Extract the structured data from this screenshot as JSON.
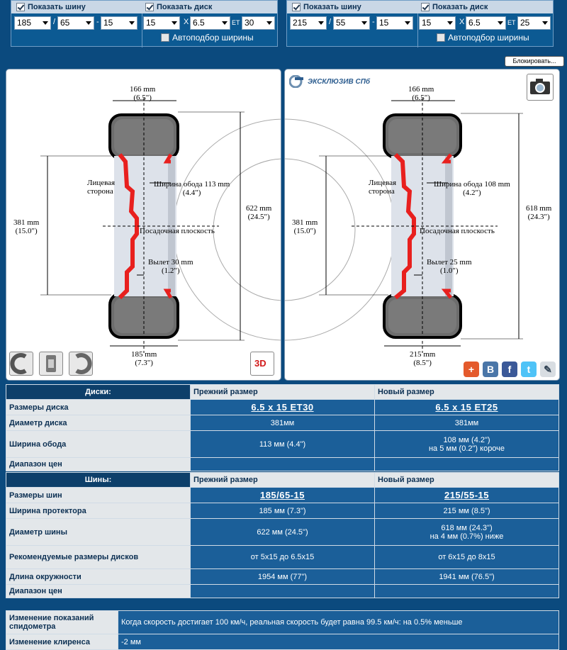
{
  "top_left": {
    "show_tire": "Показать шину",
    "show_disk": "Показать диск",
    "tire": {
      "width": "185",
      "profile": "65",
      "diameter": "15",
      "sep1": "/",
      "sep2": "-"
    },
    "disk": {
      "diameter": "15",
      "width": "6.5",
      "et": "30",
      "x_sep": "X",
      "et_label": "ET"
    },
    "auto_width": "Автоподбор ширины"
  },
  "top_right": {
    "show_tire": "Показать шину",
    "show_disk": "Показать диск",
    "tire": {
      "width": "215",
      "profile": "55",
      "diameter": "15",
      "sep1": "/",
      "sep2": "-"
    },
    "disk": {
      "diameter": "15",
      "width": "6.5",
      "et": "25",
      "x_sep": "X",
      "et_label": "ET"
    },
    "auto_width": "Автоподбор ширины"
  },
  "lock_button": "Блокировать...",
  "logo_text": "ЭКСКЛЮЗИВ СПб",
  "diagram_left": {
    "top_width": "166 mm",
    "top_width_in": "(6.5\")",
    "face_side_1": "Лицевая",
    "face_side_2": "сторона",
    "rim_width": "Ширина обода 113 mm",
    "rim_width_in": "(4.4\")",
    "landing": "Посадочная плоскость",
    "disk_diam": "381 mm",
    "disk_diam_in": "(15.0\")",
    "tire_diam": "622 mm",
    "tire_diam_in": "(24.5\")",
    "offset": "Вылет 30 mm",
    "offset_in": "(1.2\")",
    "tread": "185 mm",
    "tread_in": "(7.3\")"
  },
  "diagram_right": {
    "top_width": "166 mm",
    "top_width_in": "(6.5\")",
    "face_side_1": "Лицевая",
    "face_side_2": "сторона",
    "rim_width": "Ширина обода 108 mm",
    "rim_width_in": "(4.2\")",
    "landing": "Посадочная плоскость",
    "disk_diam": "381 mm",
    "disk_diam_in": "(15.0\")",
    "tire_diam": "618 mm",
    "tire_diam_in": "(24.3\")",
    "offset": "Вылет 25 mm",
    "offset_in": "(1.0\")",
    "tread": "215 mm",
    "tread_in": "(8.5\")"
  },
  "badge_3d": "3D",
  "disks_table": {
    "header": "Диски:",
    "old": "Прежний размер",
    "new": "Новый размер",
    "rows": [
      {
        "label": "Размеры диска",
        "old": "6.5 x 15 ET30",
        "new": "6.5 x 15 ET25"
      },
      {
        "label": "Диаметр диска",
        "old": "381мм",
        "new": "381мм"
      },
      {
        "label": "Ширина обода",
        "old": "113 мм (4.4\")",
        "new": "108 мм (4.2\")",
        "new2": "на 5 мм (0.2\") короче"
      },
      {
        "label": "Диапазон цен",
        "old": "",
        "new": ""
      }
    ]
  },
  "tires_table": {
    "header": "Шины:",
    "old": "Прежний размер",
    "new": "Новый размер",
    "rows": [
      {
        "label": "Размеры шин",
        "old": "185/65-15",
        "new": "215/55-15"
      },
      {
        "label": "Ширина протектора",
        "old": "185 мм (7.3\")",
        "new": "215 мм (8.5\")"
      },
      {
        "label": "Диаметр шины",
        "old": "622 мм (24.5\")",
        "new": "618 мм (24.3\")",
        "new2": "на 4 мм (0.7%) ниже"
      },
      {
        "label": "Рекомендуемые размеры дисков",
        "old": "от 5x15 до 6.5x15",
        "new": "от 6x15 до 8x15"
      },
      {
        "label": "Длина окружности",
        "old": "1954 мм (77\")",
        "new": "1941 мм (76.5\")"
      },
      {
        "label": "Диапазон цен",
        "old": "",
        "new": ""
      }
    ]
  },
  "summary": [
    {
      "label": "Изменение показаний спидометра",
      "value": "Когда скорость достигает 100 км/ч, реальная скорость будет равна 99.5 км/ч: на 0.5% меньше"
    },
    {
      "label": "Изменение клиренса",
      "value": "-2 мм"
    }
  ],
  "social": [
    "+",
    "B",
    "f",
    "t",
    "✎"
  ],
  "colors": {
    "page_bg": "#0b4a7e",
    "cell_bg": "#1b5f99",
    "header_bg": "#0d3f6a",
    "label_bg": "#e3e7ea",
    "rim_red": "#e8201e"
  }
}
